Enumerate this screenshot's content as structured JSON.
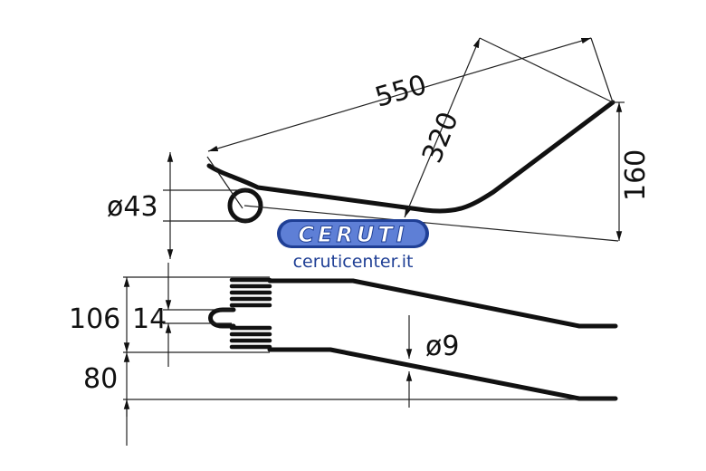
{
  "dimensions": {
    "length": "550",
    "arm": "320",
    "height": "160",
    "coil_diameter": "ø43",
    "total_width": "106",
    "coil_width": "14",
    "wire_diameter": "ø9",
    "offset": "80"
  },
  "watermark": {
    "brand": "CERUTI",
    "url": "ceruticenter.it",
    "brand_color": "#1f3f95"
  }
}
